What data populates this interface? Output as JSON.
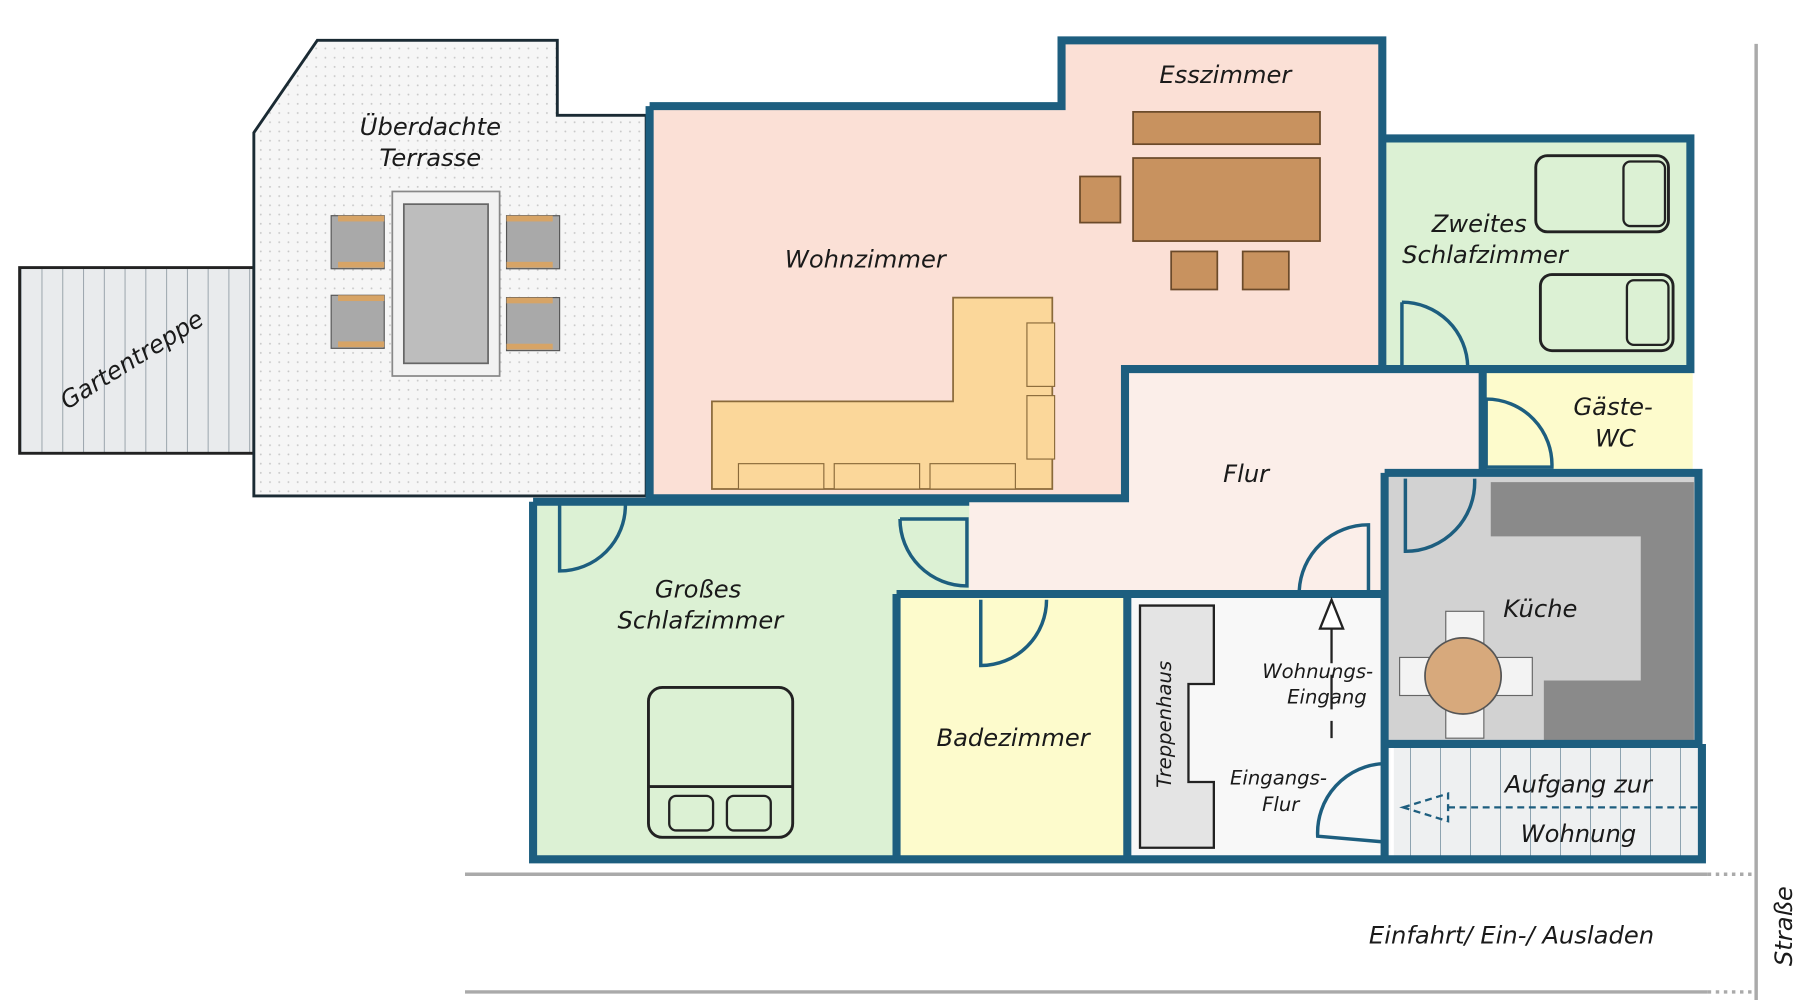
{
  "title": "Grundriss Wohnung",
  "rooms": {
    "terrace_line1": "Überdachte",
    "terrace_line2": "Terrasse",
    "garden_stairs": "Gartentreppe",
    "living": "Wohnzimmer",
    "dining": "Esszimmer",
    "second_bedroom_line1": "Zweites",
    "second_bedroom_line2": "Schlafzimmer",
    "guest_wc_line1": "Gäste-",
    "guest_wc_line2": "WC",
    "hallway": "Flur",
    "kitchen": "Küche",
    "master_bedroom_line1": "Großes",
    "master_bedroom_line2": "Schlafzimmer",
    "bathroom": "Badezimmer",
    "stairwell": "Treppenhaus",
    "apartment_entrance_line1": "Wohnungs-",
    "apartment_entrance_line2": "Eingang",
    "entrance_hall_line1": "Eingangs-",
    "entrance_hall_line2": "Flur",
    "stairs_up_line1": "Aufgang zur",
    "stairs_up_line2": "Wohnung"
  },
  "outside": {
    "driveway": "Einfahrt/ Ein-/ Ausladen",
    "street": "Straße"
  },
  "colors": {
    "wall": "#1d5e7f",
    "living": "#fbe0d6",
    "bedroom": "#dcf1d4",
    "wet_room": "#fdfbcc",
    "hall": "#fbeee9",
    "kitchen": "#d2d2d2",
    "counter": "#8a8a8a",
    "wood": "#c8925f",
    "sofa": "#fbd79a"
  }
}
